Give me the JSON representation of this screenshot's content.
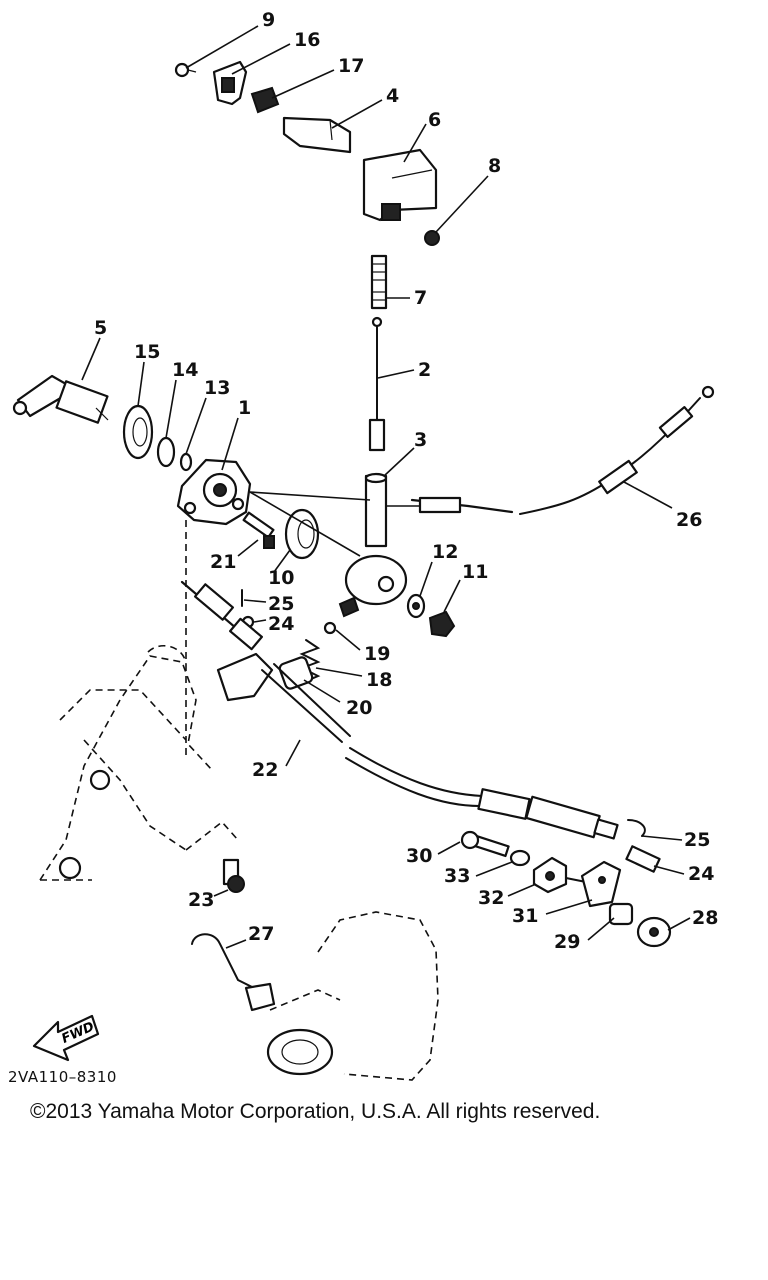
{
  "diagram": {
    "callouts": [
      "9",
      "16",
      "17",
      "4",
      "6",
      "8",
      "7",
      "2",
      "5",
      "15",
      "14",
      "13",
      "1",
      "3",
      "26",
      "12",
      "11",
      "21",
      "10",
      "25",
      "24",
      "19",
      "18",
      "20",
      "22",
      "30",
      "25",
      "33",
      "24",
      "32",
      "31",
      "28",
      "29",
      "23",
      "27"
    ],
    "fwd_label": "FWD",
    "reference_code": "2VA110–8310",
    "copyright": "©2013 Yamaha Motor Corporation, U.S.A. All rights reserved."
  }
}
